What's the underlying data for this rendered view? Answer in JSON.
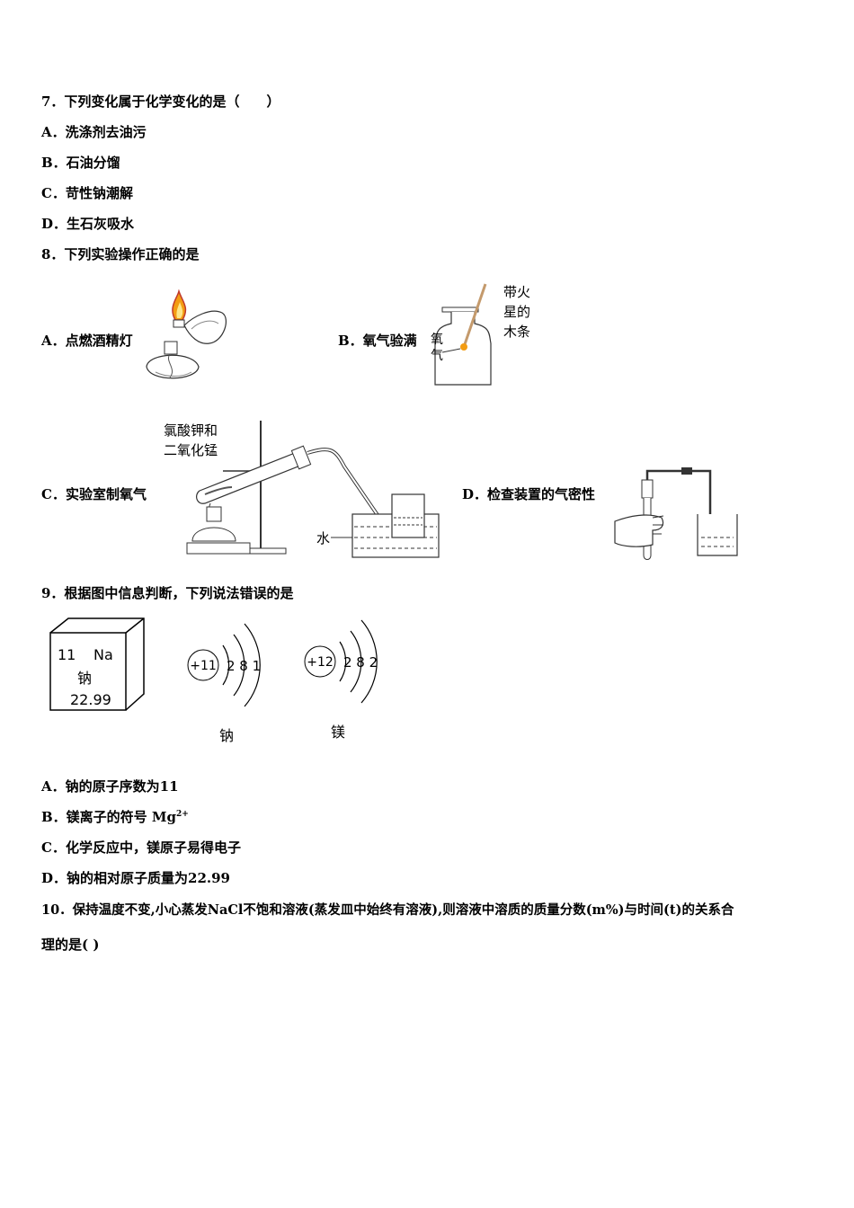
{
  "q7": {
    "stem": "7．下列变化属于化学变化的是（　　）",
    "options": [
      "A．洗涤剂去油污",
      "B．石油分馏",
      "C．苛性钠潮解",
      "D．生石灰吸水"
    ]
  },
  "q8": {
    "stem": "8．下列实验操作正确的是",
    "option_a": "A．点燃酒精灯",
    "option_b": "B．氧气验满",
    "option_c": "C．实验室制氧气",
    "option_d": "D．检查装置的气密性",
    "fig_b": {
      "splint_l1": "带火",
      "splint_l2": "星的",
      "splint_l3": "木条",
      "gas_l1": "氧",
      "gas_l2": "气"
    },
    "fig_c": {
      "reagent_l1": "氯酸钾和",
      "reagent_l2": "二氧化锰",
      "water": "水"
    }
  },
  "q9": {
    "stem": "9．根据图中信息判断，下列说法错误的是",
    "element_card": {
      "number": "11",
      "symbol": "Na",
      "name": "钠",
      "mass": "22.99"
    },
    "na_atom": {
      "nucleus": "+11",
      "shells": "2 8 1",
      "label": "钠"
    },
    "mg_atom": {
      "nucleus": "+12",
      "shells": "2 8 2",
      "label": "镁"
    },
    "options": {
      "a": "A．钠的原子序数为11",
      "b_text": "B．镁离子的符号 Mg",
      "b_sup": "2+",
      "c": "C．化学反应中，镁原子易得电子",
      "d": "D．钠的相对原子质量为22.99"
    }
  },
  "q10": {
    "line1": "10．保持温度不变,小心蒸发NaCl不饱和溶液(蒸发皿中始终有溶液),则溶液中溶质的质量分数(m%)与时间(t)的关系合",
    "line2": "理的是(   )"
  }
}
